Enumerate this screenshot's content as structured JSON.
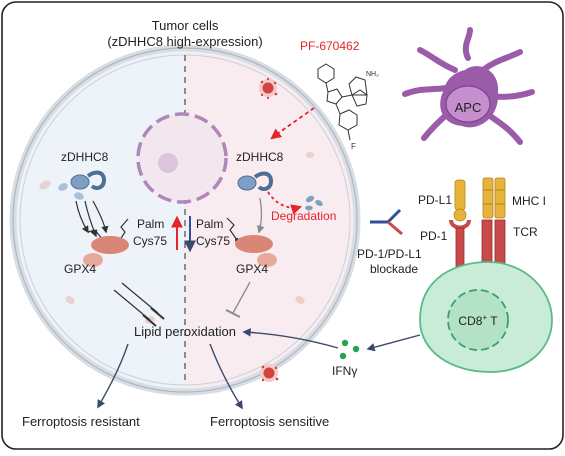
{
  "title": {
    "line1": "Tumor cells",
    "line2": "(zDHHC8 high-expression)"
  },
  "drug": {
    "name": "PF-670462",
    "nh2": "NH₂",
    "fluorine": "F"
  },
  "left": {
    "enzyme": "zDHHC8",
    "palm": "Palm",
    "cys": "Cys75",
    "gpx4": "GPX4",
    "outcome": "Ferroptosis resistant"
  },
  "right": {
    "enzyme": "zDHHC8",
    "palm": "Palm",
    "cys": "Cys75",
    "gpx4": "GPX4",
    "degradation": "Degradation",
    "outcome": "Ferroptosis sensitive"
  },
  "center": {
    "lipid": "Lipid peroxidation"
  },
  "immune": {
    "apc": "APC",
    "pdl1": "PD-L1",
    "mhc": "MHC I",
    "pd1": "PD-1",
    "tcr": "TCR",
    "blockade_line1": "PD-1/PD-L1",
    "blockade_line2": "blockade",
    "cd8": "CD8",
    "cd8_sup": "+",
    "cd8_t": " T",
    "ifn": "IFNγ"
  },
  "colors": {
    "red": "#e3262a",
    "blue": "#2d4f9c",
    "gpx4_fill": "#d98676",
    "enzyme_blue": "#7ea0c4",
    "apc_purple": "#9a5ba9",
    "apc_light": "#c58fcf",
    "tcell_green": "#c9ecd8",
    "tcell_border": "#5bb98a",
    "ifn_green": "#27a44a"
  }
}
